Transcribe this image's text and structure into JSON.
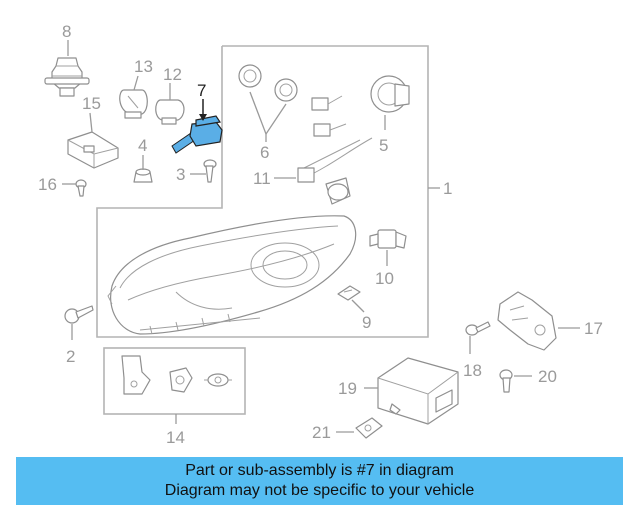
{
  "callouts": {
    "c1": "1",
    "c2": "2",
    "c3": "3",
    "c4": "4",
    "c5": "5",
    "c6": "6",
    "c7": "7",
    "c8": "8",
    "c9": "9",
    "c10": "10",
    "c11": "11",
    "c12": "12",
    "c13": "13",
    "c14": "14",
    "c15": "15",
    "c16": "16",
    "c17": "17",
    "c18": "18",
    "c19": "19",
    "c20": "20",
    "c21": "21"
  },
  "highlight": {
    "part_number": "7",
    "color": "#5aaee6"
  },
  "banner": {
    "line1": "Part or sub-assembly is #7 in diagram",
    "line2": "Diagram may not be specific to your vehicle",
    "background": "#55bdf2"
  }
}
